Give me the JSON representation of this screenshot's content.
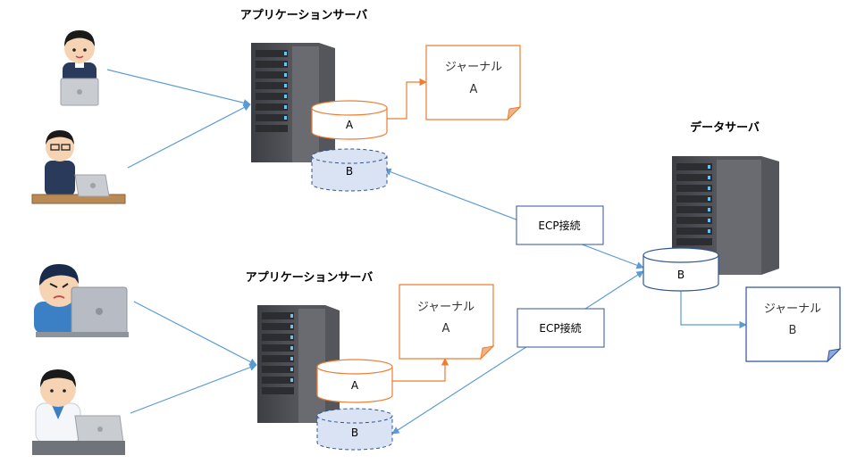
{
  "titles": {
    "app_server_1": "アプリケーションサーバ",
    "app_server_2": "アプリケーションサーバ",
    "data_server": "データサーバ"
  },
  "databases": {
    "app1_db_a": "A",
    "app1_db_b": "B",
    "app2_db_a": "A",
    "app2_db_b": "B",
    "data_db_b": "B"
  },
  "journals": {
    "app1_journal": {
      "title": "ジャーナル",
      "name": "A"
    },
    "app2_journal": {
      "title": "ジャーナル",
      "name": "A"
    },
    "data_journal": {
      "title": "ジャーナル",
      "name": "B"
    }
  },
  "connections": {
    "ecp_1": "ECP接続",
    "ecp_2": "ECP接続"
  },
  "colors": {
    "arrow_blue": "#5b9bd5",
    "arrow_orange": "#ed7d31",
    "journal_orange": "#ed7d31",
    "journal_blue": "#2f5597",
    "mirror_fill": "#dae3f3",
    "mirror_stroke": "#2f5597",
    "server_body": "#4a4b50"
  },
  "icons": [
    "user-laptop-icon",
    "user-desk-icon",
    "user-angry-icon",
    "user-doctor-icon",
    "server-icon"
  ]
}
